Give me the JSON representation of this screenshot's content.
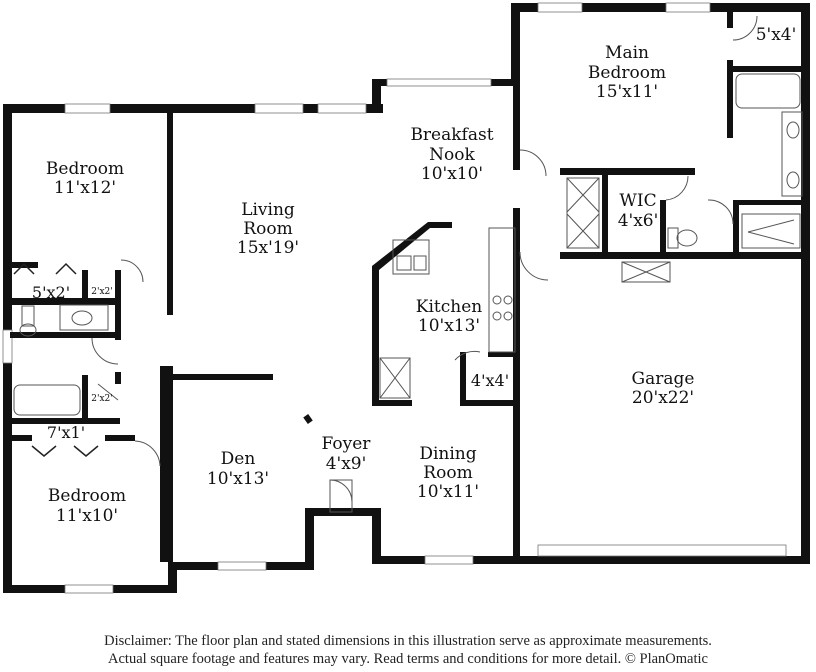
{
  "rooms": {
    "main_bedroom": {
      "name_1": "Main",
      "name_2": "Bedroom",
      "dims": "15'x11'"
    },
    "closet_main": {
      "dims": "5'x4'"
    },
    "breakfast_nook": {
      "name_1": "Breakfast",
      "name_2": "Nook",
      "dims": "10'x10'"
    },
    "bedroom_top": {
      "name": "Bedroom",
      "dims": "11'x12'"
    },
    "living_room": {
      "name_1": "Living",
      "name_2": "Room",
      "dims": "15x'19'"
    },
    "wic": {
      "name": "WIC",
      "dims": "4'x6'"
    },
    "closet_bed_top": {
      "dims": "5'x2'"
    },
    "linen_top": {
      "dims": "2'x2'"
    },
    "kitchen": {
      "name": "Kitchen",
      "dims": "10'x13'"
    },
    "pantry": {
      "dims": "4'x4'"
    },
    "garage": {
      "name": "Garage",
      "dims": "20'x22'"
    },
    "linen_bottom": {
      "dims": "2'x2'"
    },
    "closet_bed_bottom": {
      "dims": "7'x1'"
    },
    "foyer": {
      "name": "Foyer",
      "dims": "4'x9'"
    },
    "den": {
      "name": "Den",
      "dims": "10'x13'"
    },
    "dining_room": {
      "name_1": "Dining",
      "name_2": "Room",
      "dims": "10'x11'"
    },
    "bedroom_bottom": {
      "name": "Bedroom",
      "dims": "11'x10'"
    }
  },
  "disclaimer": {
    "line_1": "Disclaimer: The floor plan and stated dimensions in this illustration serve as approximate measurements.",
    "line_2": "Actual square footage and features may vary. Read terms and conditions for more detail. © PlanOmatic"
  }
}
